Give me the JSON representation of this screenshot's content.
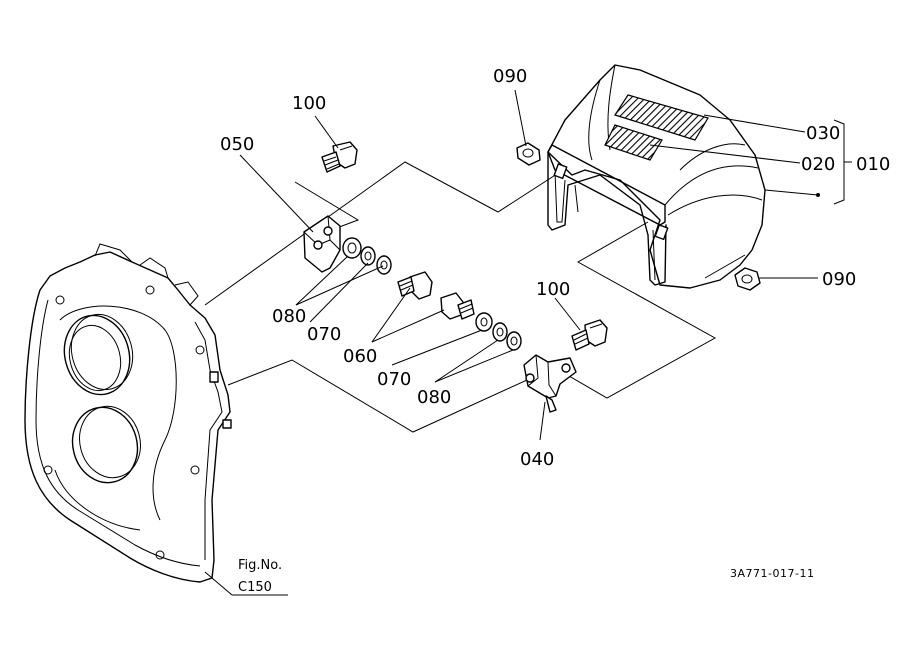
{
  "callouts": {
    "c100_top": "100",
    "c050": "050",
    "c090_top": "090",
    "c030": "030",
    "c020": "020",
    "c010": "010",
    "c090_right": "090",
    "c080_left": "080",
    "c070_left": "070",
    "c060": "060",
    "c070_right": "070",
    "c080_right": "080",
    "c100_right": "100",
    "c040": "040"
  },
  "figure": {
    "fig_label": "Fig.No.",
    "fig_number": "C150",
    "drawing_code": "3A771-017-11"
  }
}
